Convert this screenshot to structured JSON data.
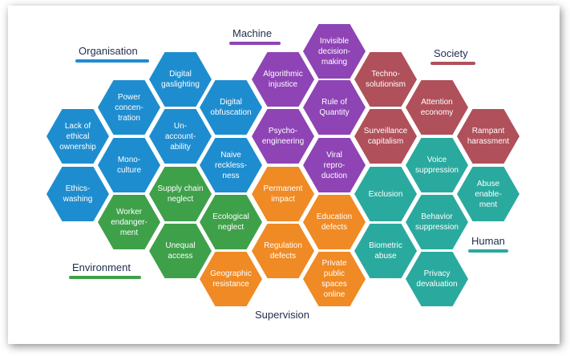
{
  "colors": {
    "organisation": "#1e8dd0",
    "machine": "#8e44b5",
    "society": "#b0505a",
    "human": "#2aaa9f",
    "environment": "#3fa04a",
    "supervision": "#f08a24"
  },
  "regions": {
    "organisation": "Organisation",
    "machine": "Machine",
    "society": "Society",
    "human": "Human",
    "environment": "Environment",
    "supervision": "Supervision"
  },
  "hexagons": [
    {
      "id": "digital-gaslighting",
      "label": "Digital\ngaslighting",
      "group": "organisation"
    },
    {
      "id": "power-concentration",
      "label": "Power\nconcen-\ntration",
      "group": "organisation"
    },
    {
      "id": "digital-obfuscation",
      "label": "Digital\nobfuscation",
      "group": "organisation"
    },
    {
      "id": "lack-of-ethical-ownership",
      "label": "Lack of\nethical\nownership",
      "group": "organisation"
    },
    {
      "id": "unaccountability",
      "label": "Un-\naccount-\nability",
      "group": "organisation"
    },
    {
      "id": "monoculture",
      "label": "Mono-\nculture",
      "group": "organisation"
    },
    {
      "id": "naive-recklessness",
      "label": "Naive\nreckless-\nness",
      "group": "organisation"
    },
    {
      "id": "ethics-washing",
      "label": "Ethics-\nwashing",
      "group": "organisation"
    },
    {
      "id": "invisible-decision-making",
      "label": "Invisible\ndecision-\nmaking",
      "group": "machine"
    },
    {
      "id": "algorithmic-injustice",
      "label": "Algorithmic\ninjustice",
      "group": "machine"
    },
    {
      "id": "rule-of-quantity",
      "label": "Rule of\nQuantity",
      "group": "machine"
    },
    {
      "id": "psycho-engineering",
      "label": "Psycho-\nengineering",
      "group": "machine"
    },
    {
      "id": "viral-reproduction",
      "label": "Viral\nrepro-\nduction",
      "group": "machine"
    },
    {
      "id": "techno-solutionism",
      "label": "Techno-\nsolutionism",
      "group": "society"
    },
    {
      "id": "attention-economy",
      "label": "Attention\neconomy",
      "group": "society"
    },
    {
      "id": "surveillance-capitalism",
      "label": "Surveillance\ncapitalism",
      "group": "society"
    },
    {
      "id": "rampant-harassment",
      "label": "Rampant\nharassment",
      "group": "society"
    },
    {
      "id": "voice-suppression",
      "label": "Voice\nsuppression",
      "group": "human"
    },
    {
      "id": "exclusion",
      "label": "Exclusion",
      "group": "human"
    },
    {
      "id": "abuse-enablement",
      "label": "Abuse\nenable-\nment",
      "group": "human"
    },
    {
      "id": "behavior-suppression",
      "label": "Behavior\nsuppression",
      "group": "human"
    },
    {
      "id": "biometric-abuse",
      "label": "Biometric\nabuse",
      "group": "human"
    },
    {
      "id": "privacy-devaluation",
      "label": "Privacy\ndevaluation",
      "group": "human"
    },
    {
      "id": "supply-chain-neglect",
      "label": "Supply chain\nneglect",
      "group": "environment"
    },
    {
      "id": "worker-endangerment",
      "label": "Worker\nendanger-\nment",
      "group": "environment"
    },
    {
      "id": "ecological-neglect",
      "label": "Ecological\nneglect",
      "group": "environment"
    },
    {
      "id": "unequal-access",
      "label": "Unequal\naccess",
      "group": "environment"
    },
    {
      "id": "permanent-impact",
      "label": "Permanent\nimpact",
      "group": "supervision"
    },
    {
      "id": "education-defects",
      "label": "Education\ndefects",
      "group": "supervision"
    },
    {
      "id": "regulation-defects",
      "label": "Regulation\ndefects",
      "group": "supervision"
    },
    {
      "id": "geographic-resistance",
      "label": "Geographic\nresistance",
      "group": "supervision"
    },
    {
      "id": "private-public-spaces-online",
      "label": "Private\npublic\nspaces\nonline",
      "group": "supervision"
    }
  ]
}
